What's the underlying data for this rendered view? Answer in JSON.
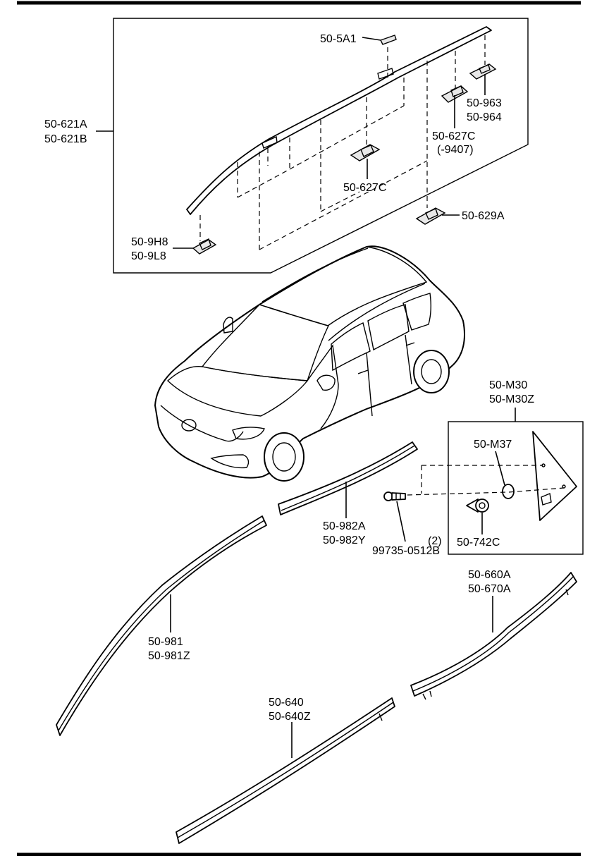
{
  "labels": {
    "p_5a1": "50-5A1",
    "p_621a": "50-621A",
    "p_621b": "50-621B",
    "p_963": "50-963",
    "p_964": "50-964",
    "p_627c_right": "50-627C",
    "p_627c_right_note": "(-9407)",
    "p_627c_mid": "50-627C",
    "p_629a": "50-629A",
    "p_9h8": "50-9H8",
    "p_9l8": "50-9L8",
    "p_m30": "50-M30",
    "p_m30z": "50-M30Z",
    "p_m37": "50-M37",
    "p_742c": "50-742C",
    "p_982a": "50-982A",
    "p_982y": "50-982Y",
    "p_qty": "(2)",
    "p_99735": "99735-0512B",
    "p_660a": "50-660A",
    "p_670a": "50-670A",
    "p_981": "50-981",
    "p_981z": "50-981Z",
    "p_640": "50-640",
    "p_640z": "50-640Z"
  }
}
